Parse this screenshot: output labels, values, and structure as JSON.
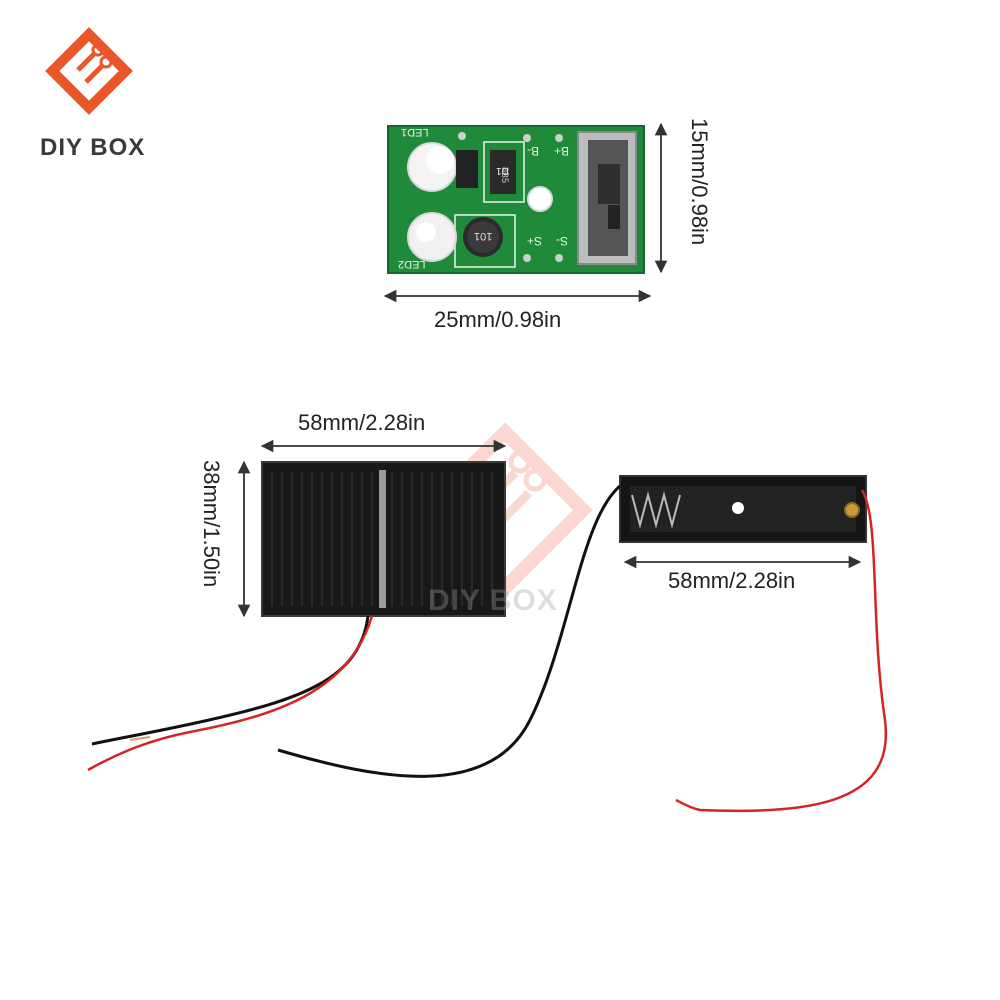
{
  "brand": {
    "name": "DIY BOX",
    "logo_icon": "circuit-diamond-icon",
    "accent_color": "#e8562a"
  },
  "watermark": {
    "text": "DIY BOX"
  },
  "pcb": {
    "labels": {
      "led1": "LED1",
      "led2": "LED2",
      "b_minus": "B-",
      "b_plus": "B+",
      "s_plus": "S+",
      "s_minus": "S-",
      "d1": "D1",
      "inductor": "101",
      "ic": "8B5"
    },
    "width_label": "25mm/0.98in",
    "height_label": "15mm/0.98in"
  },
  "solar_panel": {
    "width_label": "58mm/2.28in",
    "height_label": "38mm/1.50in"
  },
  "battery_holder": {
    "width_label": "58mm/2.28in"
  }
}
